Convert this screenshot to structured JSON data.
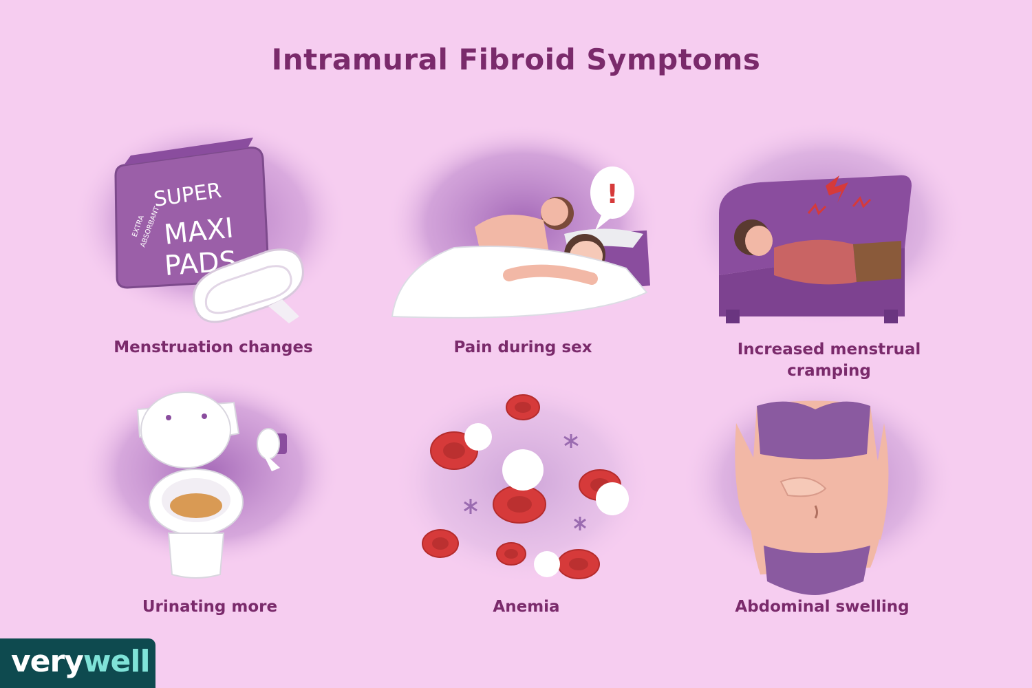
{
  "title": "Intramural Fibroid Symptoms",
  "symptoms": [
    {
      "label": "Menstruation changes",
      "icon": "maxi-pads-icon",
      "package_text": [
        "SUPER",
        "MAXI",
        "PADS"
      ],
      "package_small": [
        "EXTRA",
        "ABSORBANT"
      ]
    },
    {
      "label": "Pain during sex",
      "icon": "couple-in-bed-icon",
      "bubble": "!"
    },
    {
      "label": "Increased menstrual cramping",
      "icon": "woman-on-couch-icon"
    },
    {
      "label": "Urinating more",
      "icon": "toilet-icon"
    },
    {
      "label": "Anemia",
      "icon": "blood-cells-icon"
    },
    {
      "label": "Abdominal swelling",
      "icon": "swollen-abdomen-icon"
    }
  ],
  "brand": {
    "part1": "very",
    "part2": "well"
  },
  "colors": {
    "background": "#f6cdf0",
    "title": "#7a2a6b",
    "blob": "#a064b4",
    "purple": "#8a4d9e",
    "red": "#d63a3a",
    "logo_bg": "#0e4a4f"
  }
}
